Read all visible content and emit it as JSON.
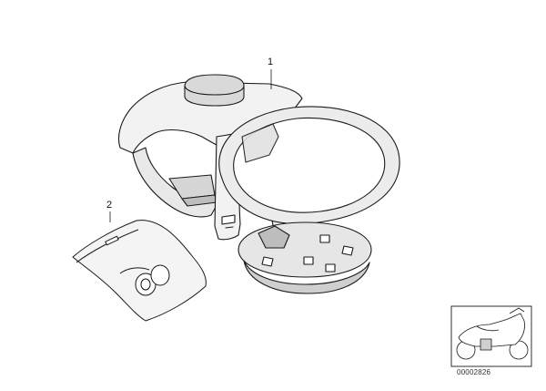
{
  "callouts": {
    "part_1": "1",
    "part_2": "2"
  },
  "diagram_id": "00002826",
  "colors": {
    "line": "#1a1a1a",
    "fill_light": "#f2f2f2",
    "fill_mid": "#d6d6d6",
    "fill_dark": "#bdbdbd",
    "background": "#ffffff"
  },
  "icons": {
    "cup_holder": "cup-holder-icon",
    "bag": "small-parts-bag-icon",
    "motorcycle": "motorcycle-icon"
  }
}
